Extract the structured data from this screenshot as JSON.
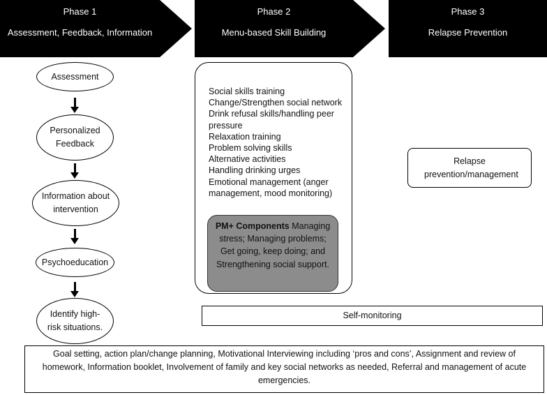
{
  "phases": [
    {
      "title": "Phase 1",
      "subtitle": "Assessment, Feedback, Information"
    },
    {
      "title": "Phase 2",
      "subtitle": "Menu-based Skill Building"
    },
    {
      "title": "Phase 3",
      "subtitle": "Relapse Prevention"
    }
  ],
  "phase1_steps": [
    "Assessment",
    "Personalized Feedback",
    "Information about intervention",
    "Psychoeducation",
    "Identify high-risk situations."
  ],
  "phase2_skills": [
    "Social skills training",
    "Change/Strengthen social network",
    "Drink refusal skills/handling peer pressure",
    "Relaxation training",
    "Problem solving skills",
    "Alternative activities",
    "Handling drinking urges",
    "Emotional management (anger management, mood monitoring)"
  ],
  "pm_plus": {
    "label": "PM+ Components",
    "text": "Managing stress; Managing problems; Get going, keep doing; and Strengthening social support."
  },
  "phase3_box": "Relapse prevention/management",
  "self_monitoring": "Self-monitoring",
  "footer": "Goal setting, action plan/change planning, Motivational Interviewing including ‘pros and cons’, Assignment and review of homework, Information booklet, Involvement of family and key social networks as needed, Referral and management of acute emergencies."
}
